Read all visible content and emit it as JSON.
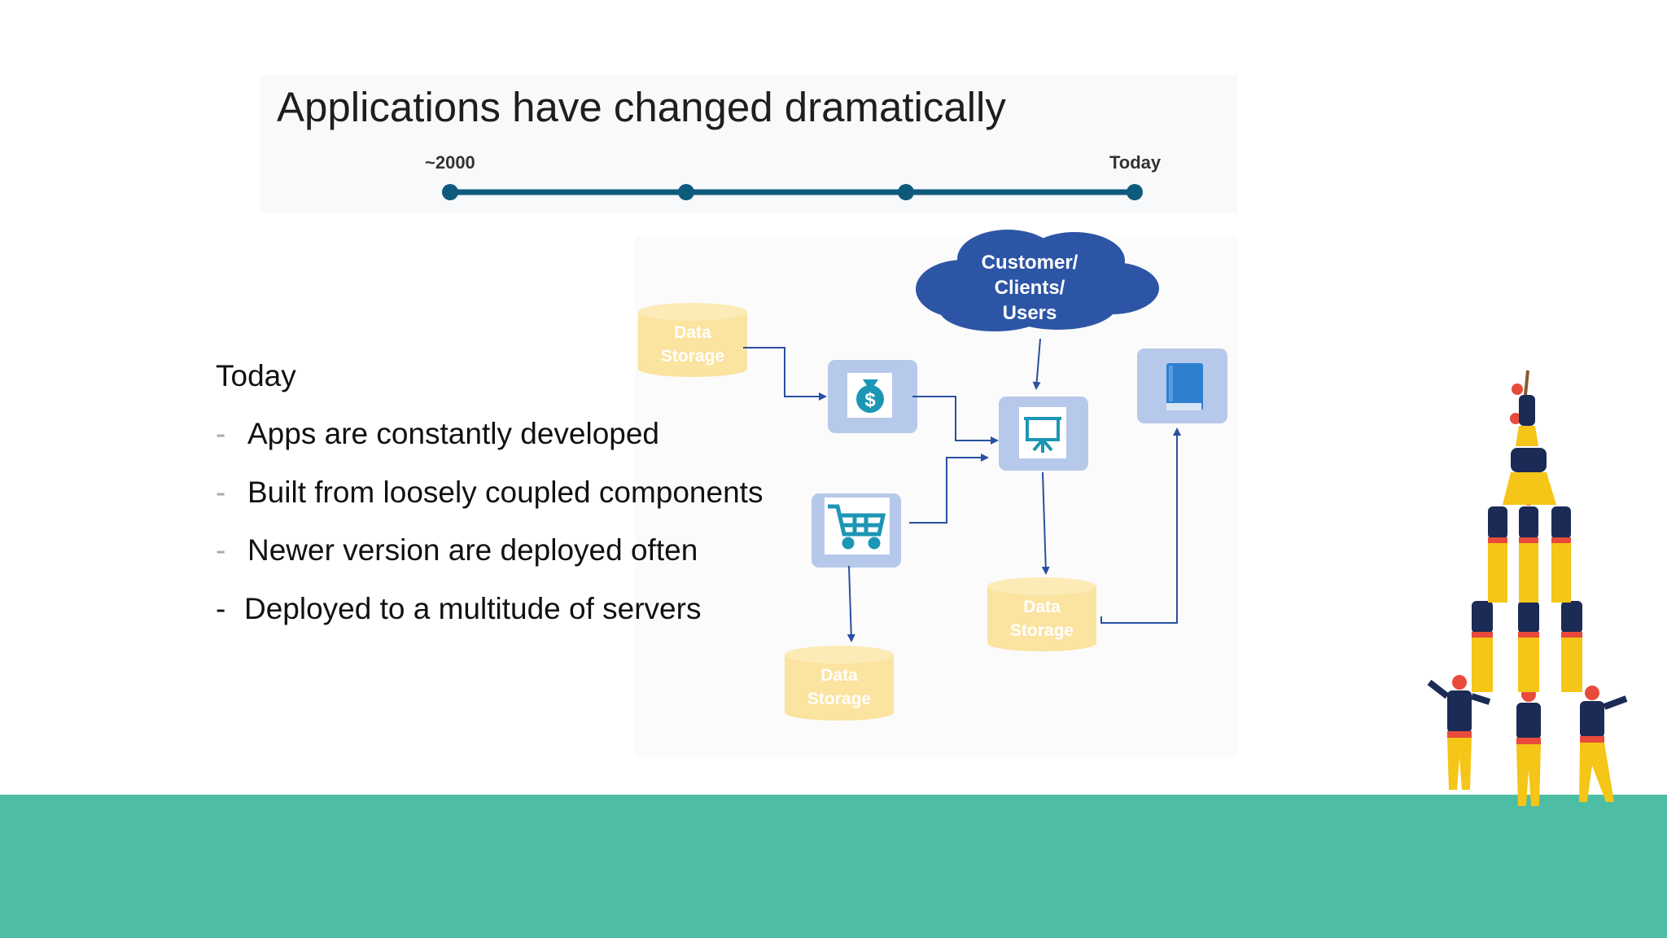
{
  "slide": {
    "title": "Applications have changed dramatically",
    "timeline": {
      "start_label": "~2000",
      "end_label": "Today"
    },
    "heading": "Today",
    "bullets": [
      {
        "dash": "-",
        "text": "Apps are constantly developed"
      },
      {
        "dash": "-",
        "text": "Built from loosely coupled components"
      },
      {
        "dash": "-",
        "text": "Newer version are deployed often"
      },
      {
        "dash": "-",
        "text": "Deployed to a multitude of servers"
      }
    ]
  },
  "diagram": {
    "cloud_lines": [
      "Customer/",
      "Clients/",
      "Users"
    ],
    "storage_lines": [
      "Data",
      "Storage"
    ],
    "components": [
      "money-bag-icon",
      "shopping-cart-icon",
      "presentation-icon",
      "book-icon"
    ]
  },
  "colors": {
    "timeline": "#0e5a7d",
    "cloud": "#2d55a6",
    "storage": "#fbe3a0",
    "component_bg": "#b7c9ea",
    "arrow": "#2a4f9f",
    "bottom_band": "#4dbda5"
  }
}
